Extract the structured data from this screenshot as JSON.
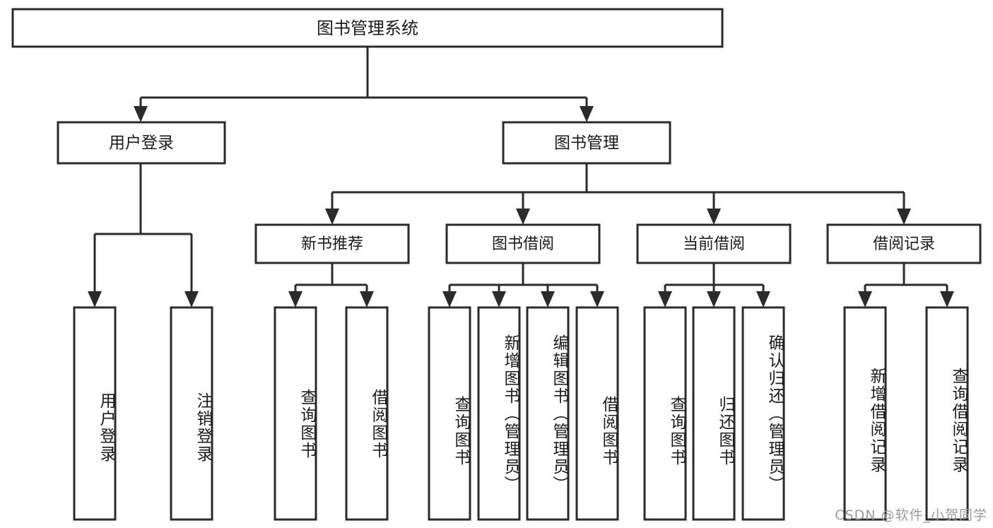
{
  "diagram": {
    "title": "图书管理系统",
    "type": "hierarchy-tree",
    "orientation": "top-down",
    "colors": {
      "box_stroke": "#2b2b2b",
      "box_fill": "#ffffff",
      "text": "#1b1b1b",
      "background": "#ffffff",
      "watermark": "#9a9a9a"
    },
    "root": {
      "label": "图书管理系统"
    },
    "level1": [
      {
        "label": "用户登录"
      },
      {
        "label": "图书管理"
      }
    ],
    "level2": [
      {
        "label": "新书推荐"
      },
      {
        "label": "图书借阅"
      },
      {
        "label": "当前借阅"
      },
      {
        "label": "借阅记录"
      }
    ],
    "leaves": {
      "user_login": [
        {
          "label": "用户登录"
        },
        {
          "label": "注销登录"
        }
      ],
      "new_book_recommend": [
        {
          "label": "查询图书"
        },
        {
          "label": "借阅图书"
        }
      ],
      "book_borrow": [
        {
          "label": "查询图书"
        },
        {
          "label": "新增图书（管理员）"
        },
        {
          "label": "编辑图书（管理员）"
        },
        {
          "label": "借阅图书"
        }
      ],
      "current_borrow": [
        {
          "label": "查询图书"
        },
        {
          "label": "归还图书"
        },
        {
          "label": "确认归还（管理员）"
        }
      ],
      "borrow_records": [
        {
          "label": "新增借阅记录"
        },
        {
          "label": "查询借阅记录"
        }
      ]
    }
  },
  "watermark": {
    "text": "CSDN @软件_小贺同学"
  }
}
